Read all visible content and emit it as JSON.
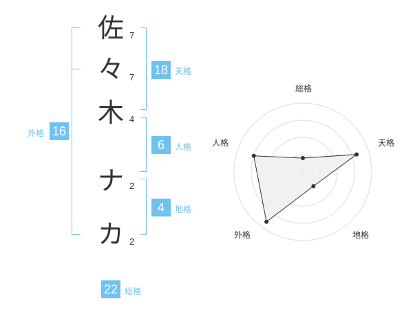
{
  "name": {
    "characters": [
      {
        "char": "佐",
        "strokes": "7"
      },
      {
        "char": "々",
        "strokes": "7"
      },
      {
        "char": "木",
        "strokes": "4"
      },
      {
        "char": "ナ",
        "strokes": "2"
      },
      {
        "char": "カ",
        "strokes": "2"
      }
    ]
  },
  "scores": {
    "tenkaku": {
      "value": "18",
      "label": "天格"
    },
    "jinkaku": {
      "value": "6",
      "label": "人格"
    },
    "chikaku": {
      "value": "4",
      "label": "地格"
    },
    "gaikaku": {
      "value": "16",
      "label": "外格"
    },
    "soukaku": {
      "value": "22",
      "label": "総格"
    }
  },
  "colors": {
    "accent": "#6ec2f0",
    "text": "#333333",
    "grid": "#dddddd",
    "fill": "#eeeeee"
  },
  "chart_data": {
    "type": "radar",
    "axes": [
      "総格",
      "天格",
      "地格",
      "外格",
      "人格"
    ],
    "values": [
      0.2,
      0.82,
      0.26,
      0.9,
      0.75
    ],
    "range": [
      0,
      1
    ],
    "rings": 4
  }
}
